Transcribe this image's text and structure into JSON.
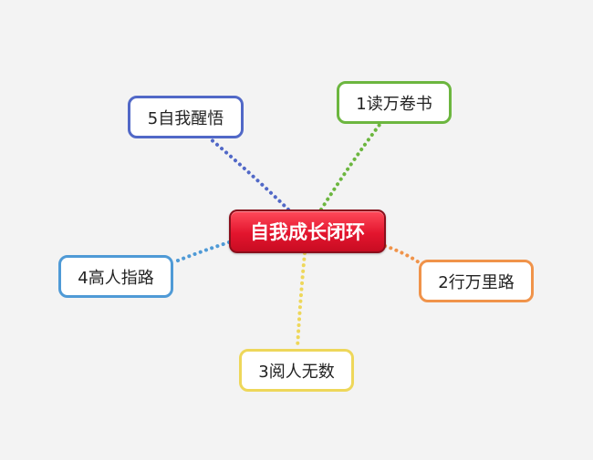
{
  "center": {
    "label": "自我成长闭环"
  },
  "branches": [
    {
      "id": "n1",
      "label": "1读万卷书",
      "color": "#6cb63f"
    },
    {
      "id": "n2",
      "label": "2行万里路",
      "color": "#f0934a"
    },
    {
      "id": "n3",
      "label": "3阅人无数",
      "color": "#eed75a"
    },
    {
      "id": "n4",
      "label": "4高人指路",
      "color": "#4f9ad6"
    },
    {
      "id": "n5",
      "label": "5自我醒悟",
      "color": "#5168c7"
    }
  ]
}
